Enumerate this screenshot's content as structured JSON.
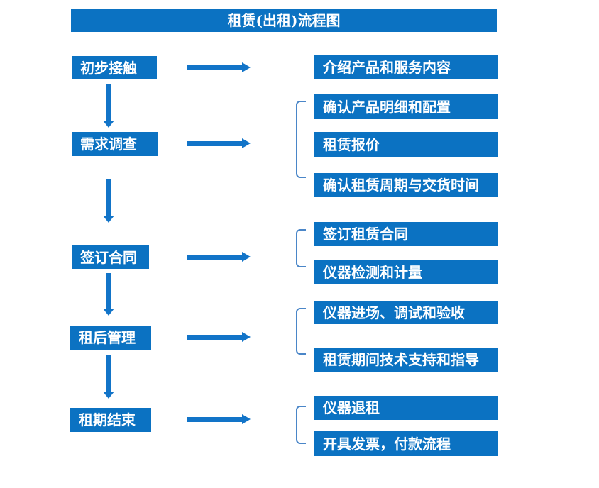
{
  "title": "租赁(出租)流程图",
  "colors": {
    "box": "#0b72c2",
    "arrow": "#1274c8",
    "bracket": "#4a86c8",
    "text": "#ffffff"
  },
  "flow": [
    {
      "step": "初步接触",
      "details": [
        "介绍产品和服务内容"
      ]
    },
    {
      "step": "需求调查",
      "details": [
        "确认产品明细和配置",
        "租赁报价",
        "确认租赁周期与交货时间"
      ]
    },
    {
      "step": "签订合同",
      "details": [
        "签订租赁合同",
        "仪器检测和计量"
      ]
    },
    {
      "step": "租后管理",
      "details": [
        "仪器进场、调试和验收",
        "租赁期间技术支持和指导"
      ]
    },
    {
      "step": "租期结束",
      "details": [
        "仪器退租",
        "开具发票，付款流程"
      ]
    }
  ]
}
